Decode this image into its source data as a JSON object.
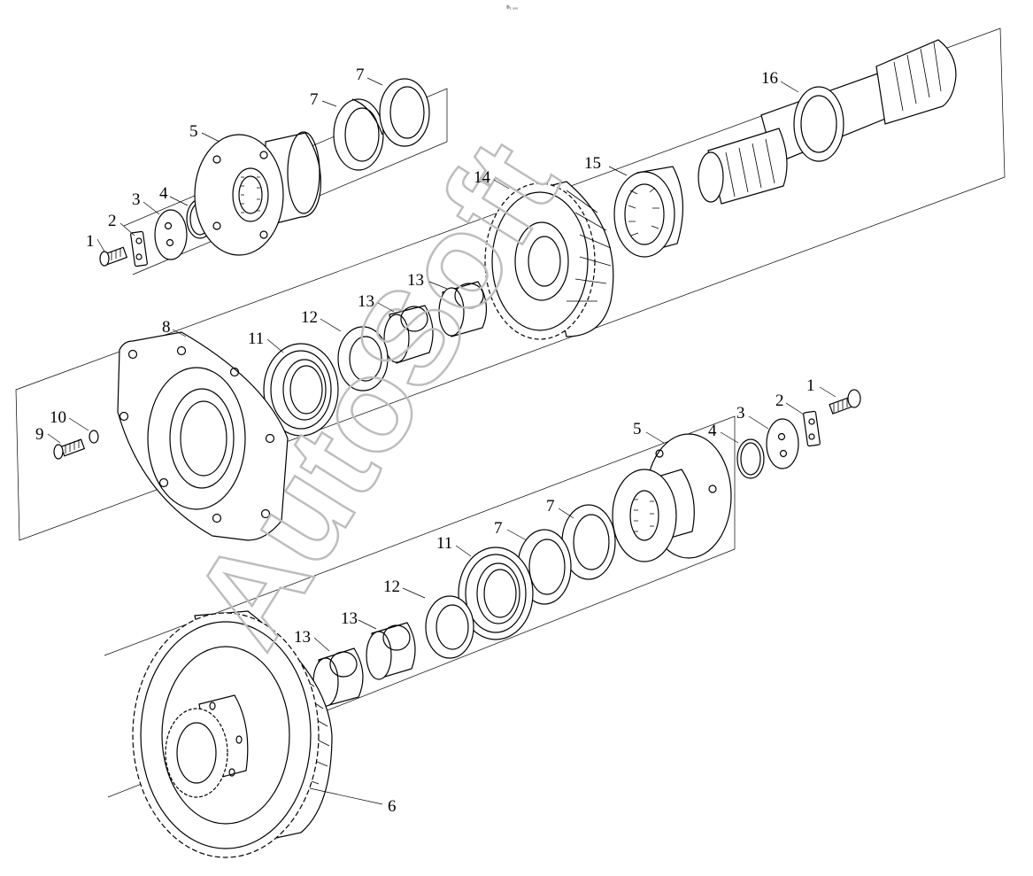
{
  "header_mark": "®₂ ₀₀₀",
  "watermark": "AutoSoft",
  "callouts": {
    "c1a": "1",
    "c2a": "2",
    "c3a": "3",
    "c4a": "4",
    "c5a": "5",
    "c7a": "7",
    "c7b": "7",
    "c16": "16",
    "c15": "15",
    "c14": "14",
    "c13a": "13",
    "c13b": "13",
    "c12a": "12",
    "c11a": "11",
    "c8": "8",
    "c9": "9",
    "c10": "10",
    "c1b": "1",
    "c2b": "2",
    "c3b": "3",
    "c4b": "4",
    "c5b": "5",
    "c7c": "7",
    "c7d": "7",
    "c11b": "11",
    "c12b": "12",
    "c13c": "13",
    "c13d": "13",
    "c6": "6"
  }
}
